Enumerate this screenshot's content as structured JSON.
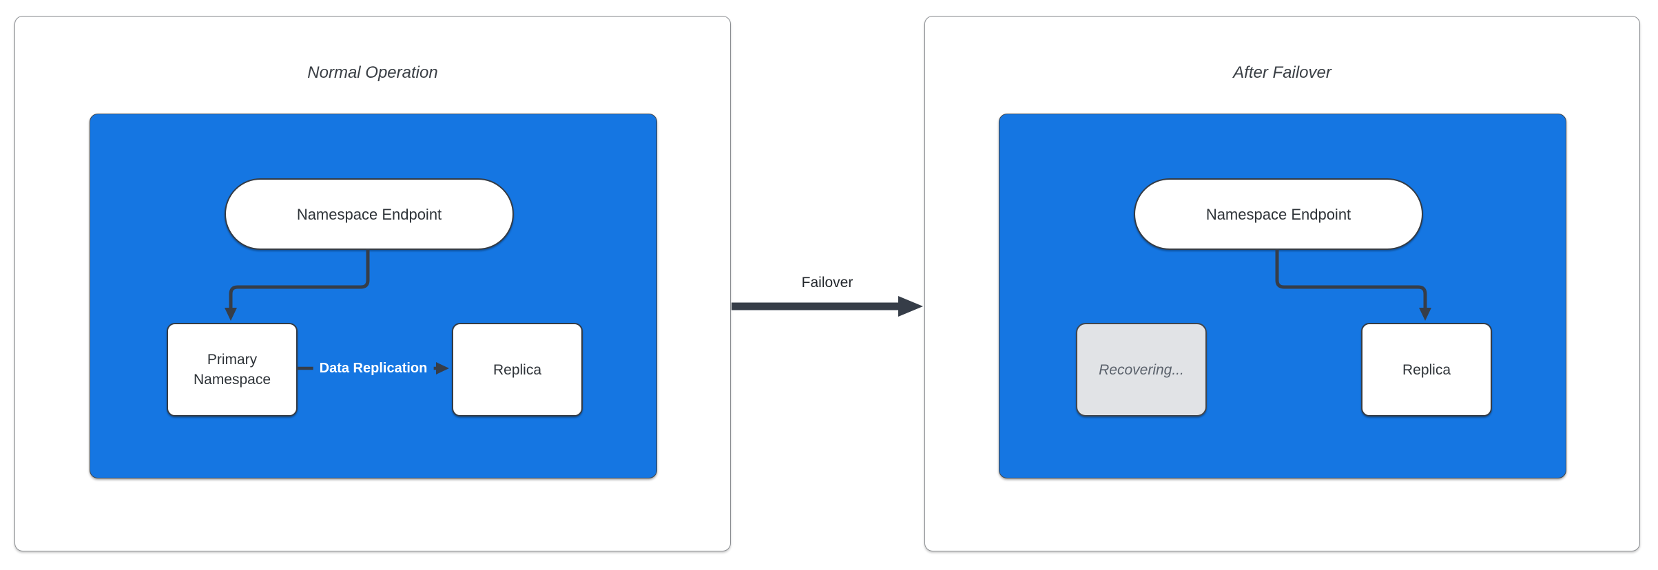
{
  "diagram": {
    "panels": [
      {
        "title": "Normal Operation",
        "endpoint_label": "Namespace Endpoint",
        "left_node_label": "Primary Namespace",
        "right_node_label": "Replica",
        "edge_label": "Data Replication"
      },
      {
        "title": "After Failover",
        "endpoint_label": "Namespace Endpoint",
        "left_node_label": "Recovering...",
        "right_node_label": "Replica"
      }
    ],
    "transition_label": "Failover"
  },
  "colors": {
    "container_fill": "#1576E2",
    "edge": "#363D48",
    "node_border": "#343B44",
    "node_fill": "#FFFFFF",
    "panel_border": "#8B8E92",
    "cluster_border": "#41484F",
    "title_text": "#3A3F45",
    "node_text": "#2E3338",
    "recovering_fill": "#E1E3E6",
    "recovering_text": "#5A616B",
    "recovering_border": "#41464D",
    "edge_label_text": "#FFFFFF",
    "failover_label_text": "#23272C",
    "canvas_bg": "#FFFFFF"
  }
}
